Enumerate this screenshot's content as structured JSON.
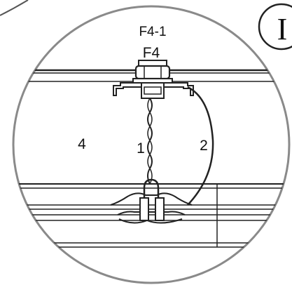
{
  "labels": {
    "fastener_sub": "F4-1",
    "fastener": "F4",
    "part_4": "4",
    "part_1": "1",
    "part_2": "2",
    "detail_marker": "I"
  }
}
